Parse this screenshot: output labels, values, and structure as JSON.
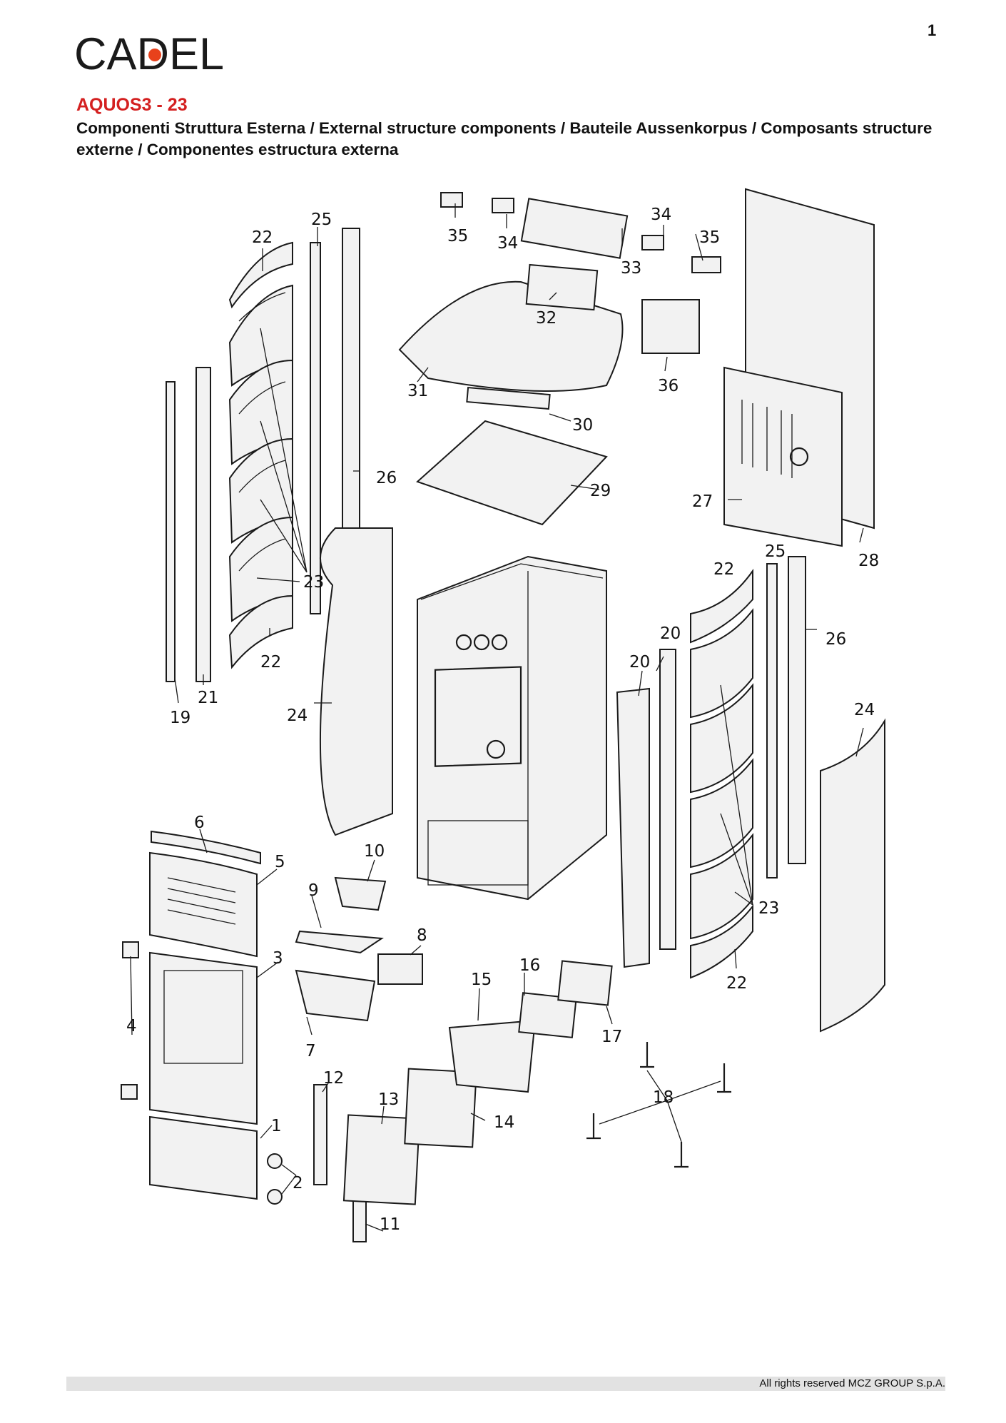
{
  "page": {
    "number": "1"
  },
  "brand": {
    "name": "CADEL",
    "dot_color": "#e8411b"
  },
  "header": {
    "model": "AQUOS3 - 23",
    "subtitle": "Componenti Struttura Esterna / External structure components / Bauteile Aussenkorpus / Composants structure externe / Componentes estructura externa"
  },
  "diagram": {
    "labels": [
      "1",
      "2",
      "3",
      "4",
      "5",
      "6",
      "7",
      "8",
      "9",
      "10",
      "11",
      "12",
      "13",
      "14",
      "15",
      "16",
      "17",
      "18",
      "19",
      "20",
      "21",
      "22",
      "23",
      "24",
      "25",
      "26",
      "27",
      "28",
      "29",
      "30",
      "31",
      "32",
      "33",
      "34",
      "35",
      "36"
    ]
  },
  "footer": {
    "copyright": "All rights reserved MCZ GROUP S.p.A."
  },
  "colors": {
    "accent": "#d42020",
    "footer_bar": "#e2e2e2"
  }
}
